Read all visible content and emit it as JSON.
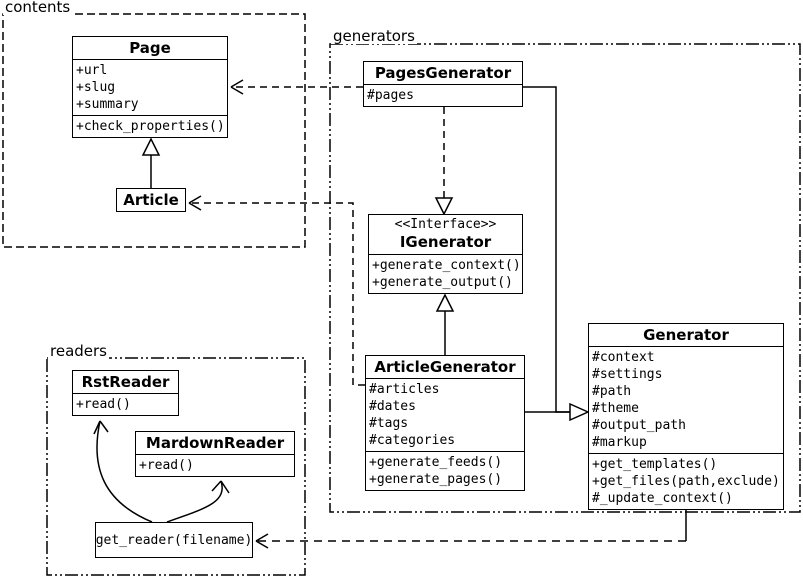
{
  "diagram": {
    "packages": {
      "contents": {
        "label": "contents"
      },
      "generators": {
        "label": "generators"
      },
      "readers": {
        "label": "readers"
      }
    },
    "classes": {
      "page": {
        "title": "Page",
        "attributes": [
          "+url",
          "+slug",
          "+summary"
        ],
        "methods": [
          "+check_properties()"
        ]
      },
      "article": {
        "title": "Article"
      },
      "pages_generator": {
        "title": "PagesGenerator",
        "attributes": [
          "#pages"
        ]
      },
      "igenerator": {
        "stereotype": "<<Interface>>",
        "title": "IGenerator",
        "methods": [
          "+generate_context()",
          "+generate_output()"
        ]
      },
      "article_generator": {
        "title": "ArticleGenerator",
        "attributes": [
          "#articles",
          "#dates",
          "#tags",
          "#categories"
        ],
        "methods": [
          "+generate_feeds()",
          "+generate_pages()"
        ]
      },
      "generator": {
        "title": "Generator",
        "attributes": [
          "#context",
          "#settings",
          "#path",
          "#theme",
          "#output_path",
          "#markup"
        ],
        "methods": [
          "+get_templates()",
          "+get_files(path,exclude)",
          "#_update_context()"
        ]
      },
      "rst_reader": {
        "title": "RstReader",
        "methods": [
          "+read()"
        ]
      },
      "markdown_reader": {
        "title": "MardownReader",
        "methods": [
          "+read()"
        ]
      },
      "get_reader": {
        "title": "get_reader(filename)"
      }
    },
    "relationships": [
      "PagesGenerator ..> Page",
      "PagesGenerator ..|> IGenerator",
      "ArticleGenerator --|> IGenerator",
      "ArticleGenerator ..> Article",
      "PagesGenerator --|> Generator",
      "ArticleGenerator --|> Generator",
      "Generator ..> get_reader(filename)",
      "get_reader --> RstReader",
      "get_reader --> MardownReader"
    ]
  }
}
